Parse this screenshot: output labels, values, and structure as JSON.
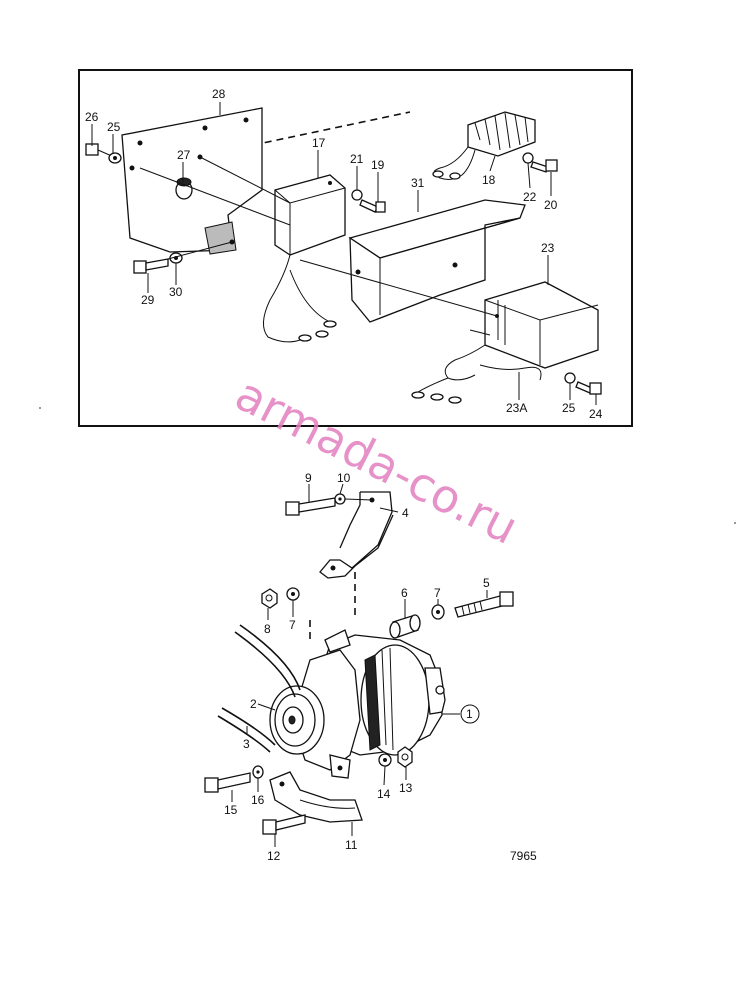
{
  "figure_number": "7965",
  "watermark": "armada-co.ru",
  "top_panel": {
    "callouts": [
      "26",
      "25",
      "28",
      "27",
      "17",
      "21",
      "19",
      "18",
      "22",
      "20",
      "31",
      "23",
      "29",
      "30",
      "23A",
      "25",
      "24"
    ]
  },
  "bottom_panel": {
    "callouts": [
      "9",
      "10",
      "4",
      "8",
      "7",
      "6",
      "7",
      "5",
      "1",
      "2",
      "3",
      "15",
      "16",
      "14",
      "13",
      "12",
      "11"
    ]
  }
}
